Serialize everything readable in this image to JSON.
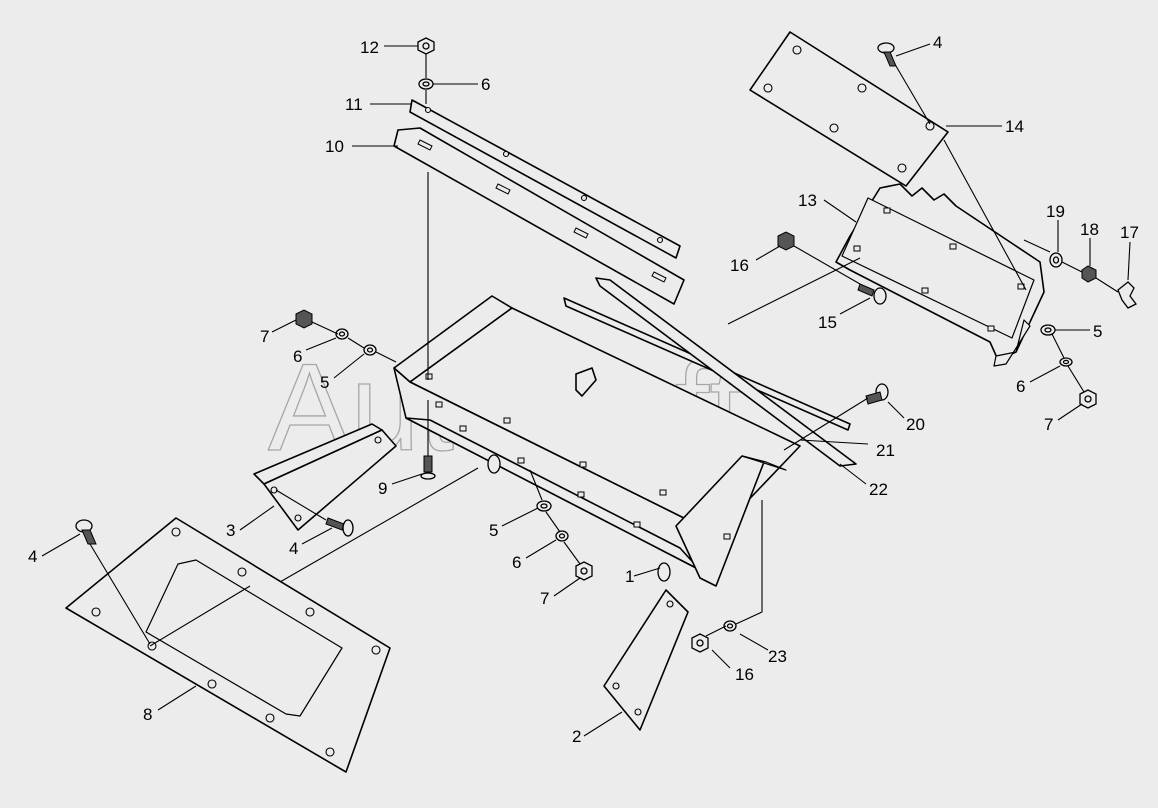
{
  "watermark": "AutoSoft",
  "callouts": [
    {
      "id": "c12",
      "text": "12"
    },
    {
      "id": "c6a",
      "text": "6"
    },
    {
      "id": "c11",
      "text": "11"
    },
    {
      "id": "c10",
      "text": "10"
    },
    {
      "id": "c4a",
      "text": "4"
    },
    {
      "id": "c14",
      "text": "14"
    },
    {
      "id": "c13",
      "text": "13"
    },
    {
      "id": "c19",
      "text": "19"
    },
    {
      "id": "c18",
      "text": "18"
    },
    {
      "id": "c17",
      "text": "17"
    },
    {
      "id": "c16a",
      "text": "16"
    },
    {
      "id": "c15",
      "text": "15"
    },
    {
      "id": "c5a",
      "text": "5"
    },
    {
      "id": "c6b",
      "text": "6"
    },
    {
      "id": "c7a",
      "text": "7"
    },
    {
      "id": "c7b",
      "text": "7"
    },
    {
      "id": "c6c",
      "text": "6"
    },
    {
      "id": "c5b",
      "text": "5"
    },
    {
      "id": "c20",
      "text": "20"
    },
    {
      "id": "c21",
      "text": "21"
    },
    {
      "id": "c22",
      "text": "22"
    },
    {
      "id": "c9",
      "text": "9"
    },
    {
      "id": "c3",
      "text": "3"
    },
    {
      "id": "c4b",
      "text": "4"
    },
    {
      "id": "c4c",
      "text": "4"
    },
    {
      "id": "c5c",
      "text": "5"
    },
    {
      "id": "c6d",
      "text": "6"
    },
    {
      "id": "c7c",
      "text": "7"
    },
    {
      "id": "c1",
      "text": "1"
    },
    {
      "id": "c23",
      "text": "23"
    },
    {
      "id": "c16b",
      "text": "16"
    },
    {
      "id": "c8",
      "text": "8"
    },
    {
      "id": "c2",
      "text": "2"
    }
  ]
}
